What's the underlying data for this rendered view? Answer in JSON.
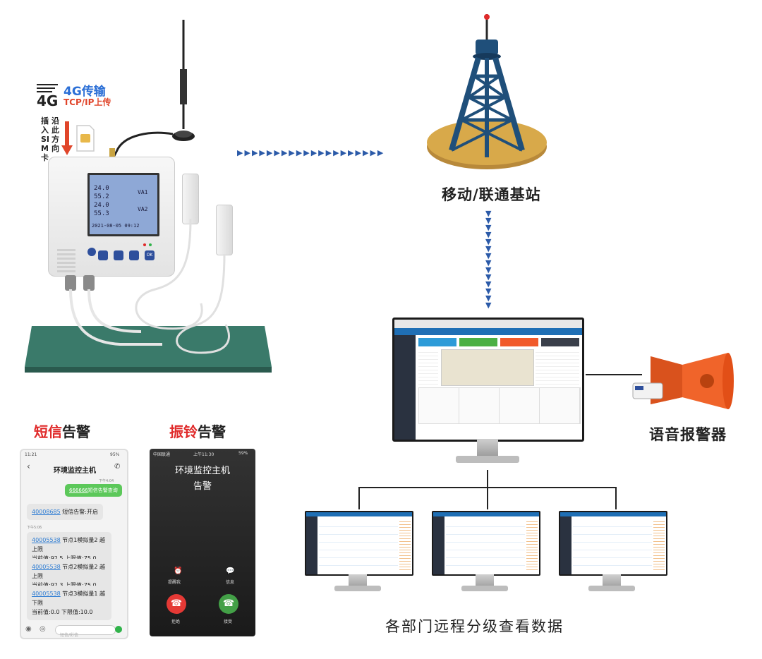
{
  "device": {
    "net_badge": "4G",
    "net_title": "4G传输",
    "net_subtitle": "TCP/IP上传",
    "sim_text_col1": "沿此方向",
    "sim_text_col2": "插入SIM卡",
    "lcd_date": "2021-08-05 09:12",
    "lcd_lines": [
      "24.0",
      "55.2",
      "24.0",
      "55.3"
    ],
    "lcd_tags": [
      "VA1",
      "VA2"
    ],
    "ok_label": "OK"
  },
  "tower": {
    "label": "移动/联通基站"
  },
  "alarm": {
    "label": "语音报警器"
  },
  "departments": {
    "label": "各部门远程分级查看数据"
  },
  "sms": {
    "heading_red": "短信",
    "heading_black": "告警",
    "status_time": "11:21",
    "status_right": "95%",
    "title": "环境监控主机",
    "sent_time": "下午4:04",
    "sent_prefix": "666666",
    "sent_text": "短信告警查询",
    "msg1_num": "40008685",
    "msg1_text": "短信告警:开启",
    "group_time": "下午5:06",
    "msg2_num": "40005538",
    "msg2_line1": "节点1模拟量2 越上限",
    "msg2_line2": "当前值:92.5 上限值:75.0",
    "msg3_num": "40005538",
    "msg3_line1": "节点2模拟量2 越上限",
    "msg3_line2": "当前值:92.3 上限值:75.0",
    "msg4_num": "40005538",
    "msg4_line1": "节点3模拟量1 越下限",
    "msg4_line2": "当前值:0.0 下限值:10.0",
    "input_placeholder": "短信/彩信"
  },
  "call": {
    "heading_red": "振铃",
    "heading_black": "告警",
    "status_left": "中国联通",
    "status_time": "上午11:30",
    "status_right": "59%",
    "caller_line1": "环境监控主机",
    "caller_line2": "告警",
    "remind_label": "提醒我",
    "msg_label": "信息",
    "decline_label": "拒绝",
    "accept_label": "接受"
  },
  "colors": {
    "arrow": "#2b5aa8",
    "red": "#e02a2a",
    "green": "#30b34a",
    "base_green": "#3a7a6a",
    "tower_blue": "#1f4f7a",
    "tower_gold": "#d8a94a",
    "siren": "#f0642a"
  }
}
